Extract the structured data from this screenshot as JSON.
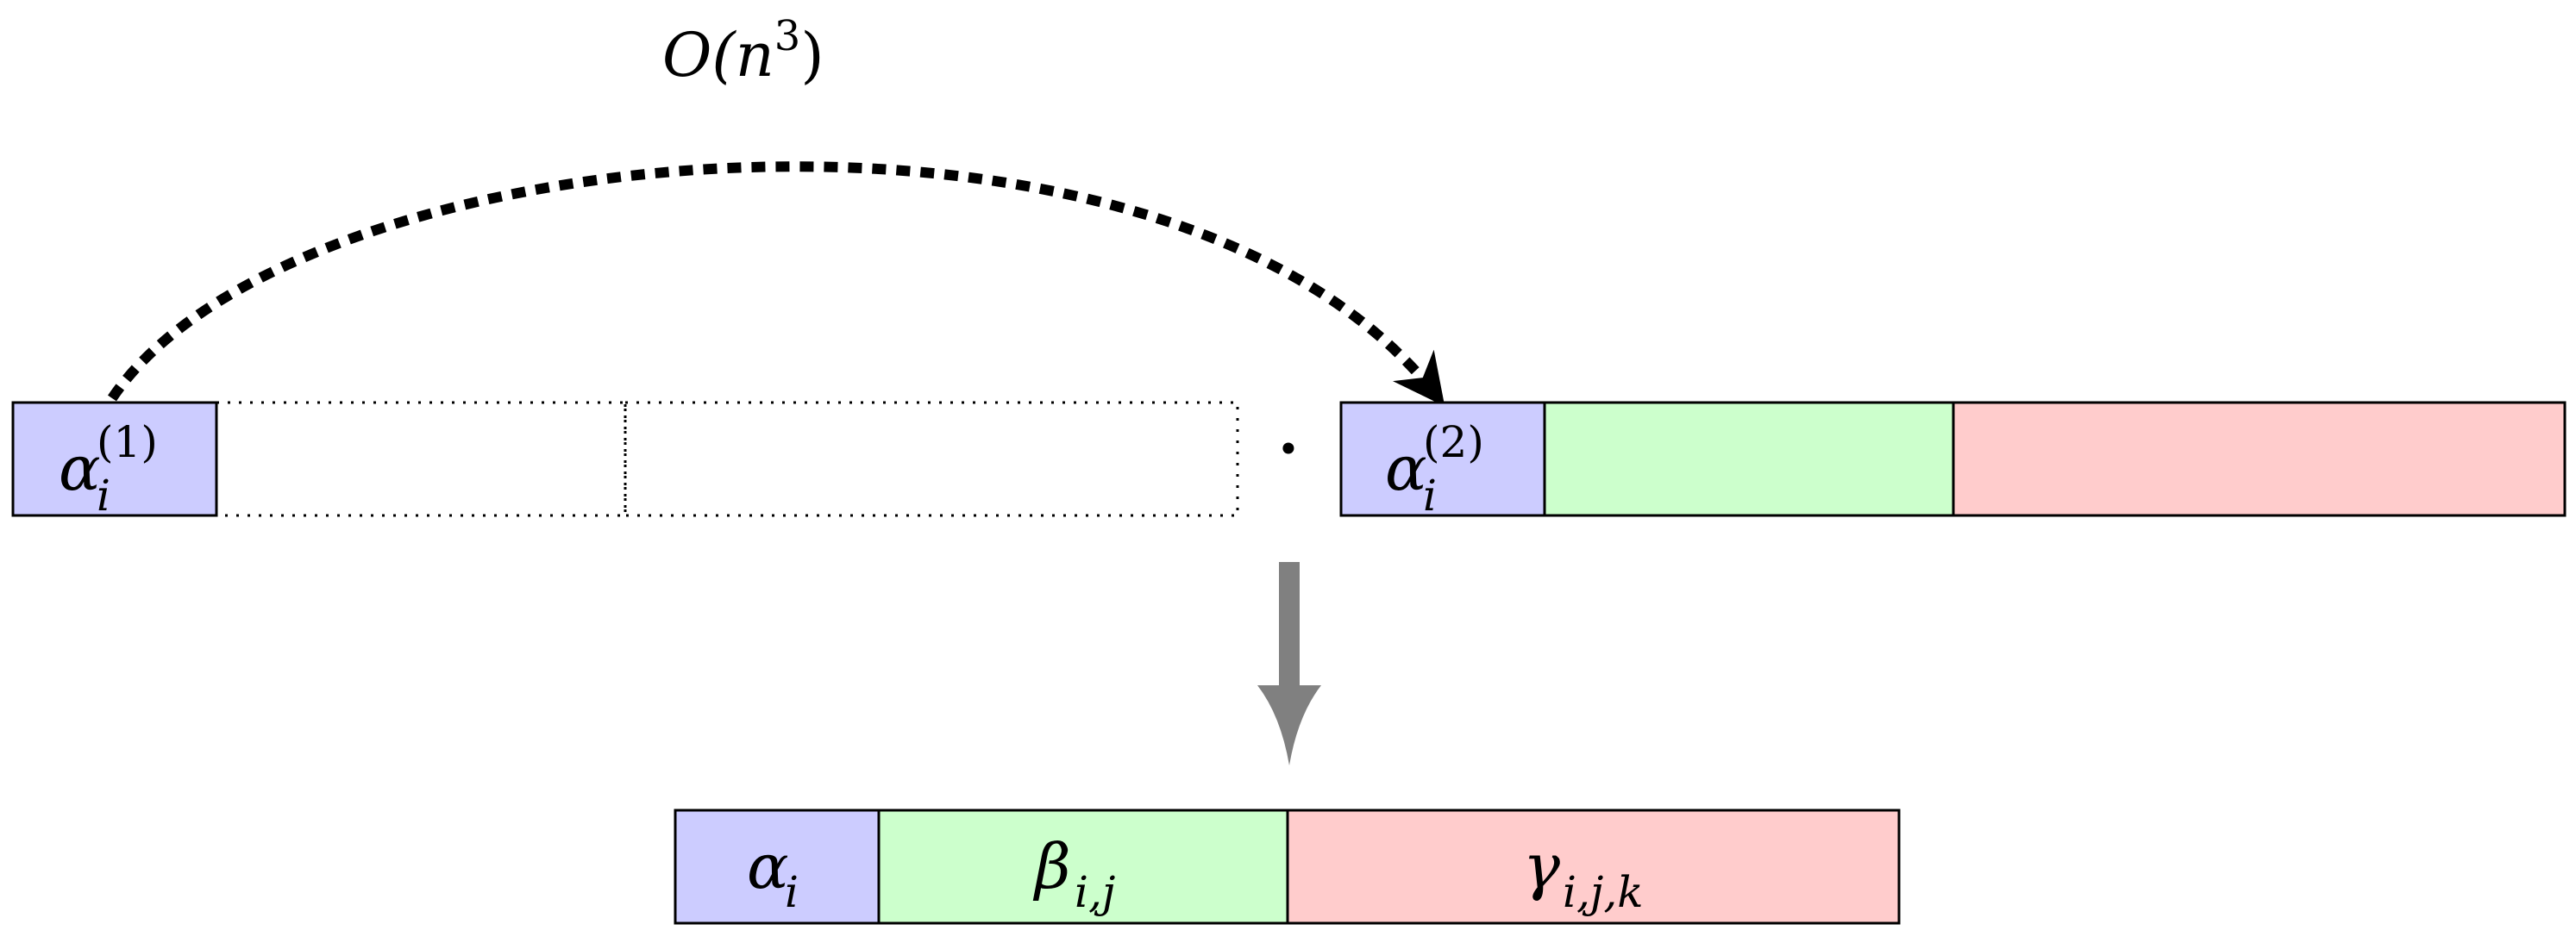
{
  "colors": {
    "alpha": "#ccccff",
    "beta": "#ccffcc",
    "gamma": "#ffcccc",
    "stroke": "#000000",
    "big_arrow": "#808080"
  },
  "complexity": {
    "label": "O(n",
    "exp": "3",
    "close": ")"
  },
  "left_vector": {
    "alpha_base": "α",
    "alpha_sub": "i",
    "alpha_sup": "(1)"
  },
  "operator": "·",
  "right_vector": {
    "alpha_base": "α",
    "alpha_sub": "i",
    "alpha_sup": "(2)"
  },
  "result_vector": {
    "alpha_base": "α",
    "alpha_sub": "i",
    "beta_base": "β",
    "beta_sub": "i,j",
    "gamma_base": "γ",
    "gamma_sub": "i,j,k"
  }
}
